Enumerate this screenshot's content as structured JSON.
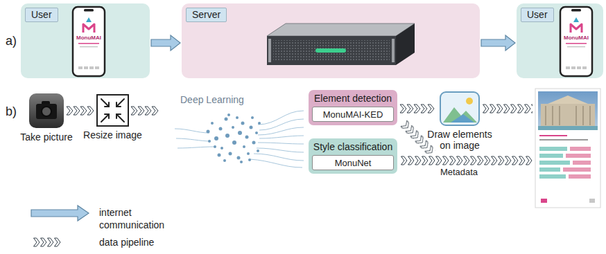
{
  "diagram": {
    "nodes": [
      {
        "text": [
          "User"
        ]
      },
      {
        "text": [
          "Server"
        ]
      },
      {
        "text": [
          "User"
        ]
      },
      {
        "text": [
          "Take picture"
        ]
      },
      {
        "text": [
          "Resize image"
        ]
      },
      {
        "text": [
          "Deep Learning"
        ]
      },
      {
        "text": [
          "Element detection"
        ]
      },
      {
        "text": [
          "MonuMAI-KED"
        ],
        "in": 6
      },
      {
        "text": [
          "Style classification"
        ]
      },
      {
        "text": [
          "MonuNet"
        ],
        "in": 8
      },
      {
        "text": [
          "Draw elements on image"
        ]
      }
    ],
    "edges": [
      {
        "from": 0,
        "to": 1,
        "arrow": "to"
      },
      {
        "from": 1,
        "to": 2,
        "arrow": "to"
      },
      {
        "from": 3,
        "to": 4,
        "arrow": "to"
      },
      {
        "from": 4,
        "to": 5,
        "arrow": "to"
      },
      {
        "from": 6,
        "to": 10,
        "arrow": "to"
      }
    ],
    "labels": [
      "a)",
      "MonuMAI",
      "MonuMAI",
      "b)",
      "Metadata"
    ],
    "legend": [
      {
        "text": "internet communication"
      },
      {
        "text": "data pipeline"
      }
    ]
  }
}
